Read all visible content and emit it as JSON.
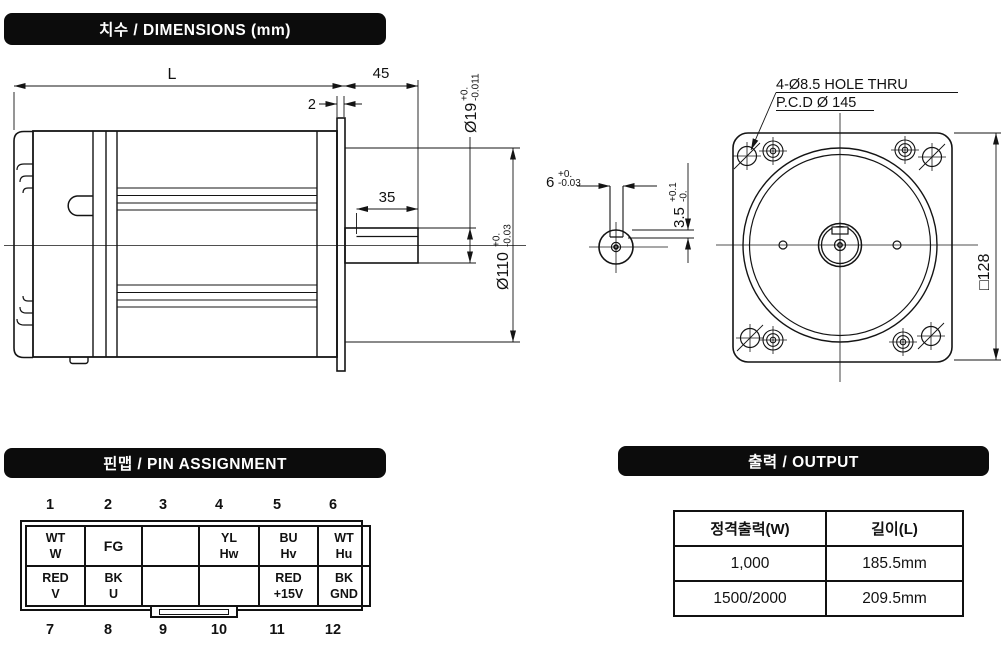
{
  "headers": {
    "dimensions": "치수 / DIMENSIONS (mm)",
    "pinmap": "핀맵 / PIN ASSIGNMENT",
    "output": "출력 /  OUTPUT"
  },
  "side_view": {
    "length_label": "L",
    "dim_45": "45",
    "dim_2": "2",
    "dim_35": "35",
    "shaft_dia": "Ø19",
    "shaft_dia_tol_upper": "+0.",
    "shaft_dia_tol_lower": "-0.011",
    "pilot_dia": "Ø110",
    "pilot_dia_tol_upper": "+0.",
    "pilot_dia_tol_lower": "-0.03"
  },
  "shaft_section": {
    "key_width": "6",
    "key_width_tol_upper": "+0.",
    "key_width_tol_lower": "-0.03",
    "key_depth": "3.5",
    "key_depth_tol_upper": "+0.1",
    "key_depth_tol_lower": "-0."
  },
  "front_view": {
    "hole_callout_line1": "4-Ø8.5 HOLE THRU",
    "hole_callout_line2": "P.C.D Ø 145",
    "frame_size": "□128"
  },
  "pin_assignment": {
    "top_pins": [
      "1",
      "2",
      "3",
      "4",
      "5",
      "6"
    ],
    "bottom_pins": [
      "7",
      "8",
      "9",
      "10",
      "11",
      "12"
    ],
    "cells_row1": [
      {
        "l1": "WT",
        "l2": "W"
      },
      {
        "l1": "FG",
        "l2": ""
      },
      {
        "l1": "",
        "l2": ""
      },
      {
        "l1": "YL",
        "l2": "Hw"
      },
      {
        "l1": "BU",
        "l2": "Hv"
      },
      {
        "l1": "WT",
        "l2": "Hu"
      }
    ],
    "cells_row2": [
      {
        "l1": "RED",
        "l2": "V"
      },
      {
        "l1": "BK",
        "l2": "U"
      },
      {
        "l1": "",
        "l2": ""
      },
      {
        "l1": "",
        "l2": ""
      },
      {
        "l1": "RED",
        "l2": "+15V"
      },
      {
        "l1": "BK",
        "l2": "GND"
      }
    ]
  },
  "output_table": {
    "col1_header": "정격출력(W)",
    "col2_header": "길이(L)",
    "rows": [
      {
        "power": "1,000",
        "length": "185.5mm"
      },
      {
        "power": "1500/2000",
        "length": "209.5mm"
      }
    ]
  },
  "colors": {
    "line": "#141414",
    "header_bg": "#0c0c0c",
    "header_text": "#ffffff"
  }
}
